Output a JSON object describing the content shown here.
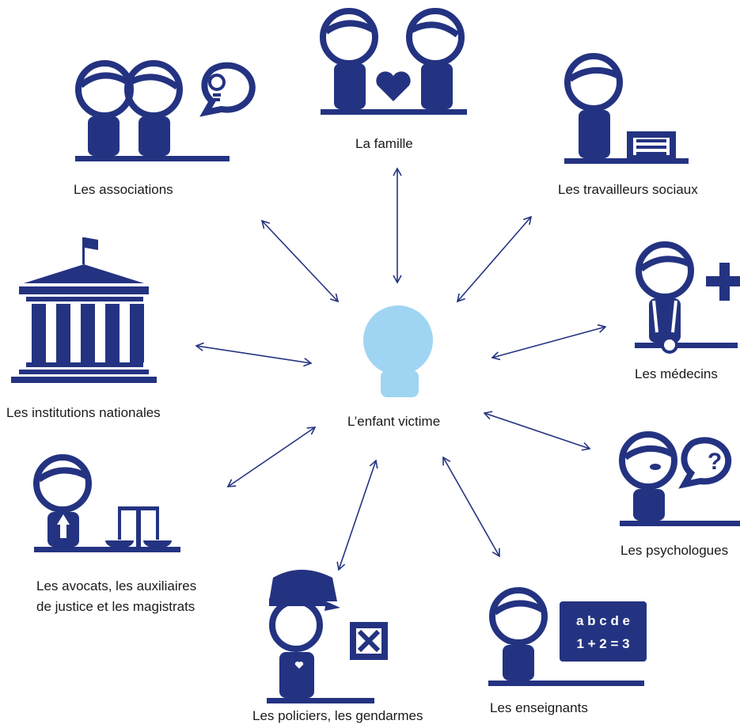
{
  "diagram": {
    "colors": {
      "primary": "#243381",
      "center_fill": "#9fd5f2",
      "text": "#1a1a1a"
    },
    "center": {
      "label": "L’enfant victime",
      "icon": "child-silhouette-icon"
    },
    "nodes": [
      {
        "id": "famille",
        "label": "La famille",
        "icon": "family-heart-icon"
      },
      {
        "id": "associations",
        "label": "Les associations",
        "icon": "association-idea-icon"
      },
      {
        "id": "travailleurs",
        "label": "Les travailleurs sociaux",
        "icon": "social-worker-icon"
      },
      {
        "id": "institutions",
        "label": "Les institutions nationales",
        "icon": "government-building-icon"
      },
      {
        "id": "medecins",
        "label": "Les médecins",
        "icon": "doctor-icon"
      },
      {
        "id": "avocats",
        "label_line1": "Les avocats, les auxiliaires",
        "label_line2": "de justice et les magistrats",
        "icon": "lawyer-scales-icon"
      },
      {
        "id": "psychologues",
        "label": "Les psychologues",
        "icon": "psychologist-icon"
      },
      {
        "id": "policiers",
        "label": "Les policiers, les gendarmes",
        "icon": "police-officer-icon"
      },
      {
        "id": "enseignants",
        "label": "Les enseignants",
        "icon": "teacher-icon"
      }
    ],
    "board": {
      "line1": "a b c d e",
      "line2": "1 + 2 = 3"
    },
    "question_mark": "?"
  }
}
